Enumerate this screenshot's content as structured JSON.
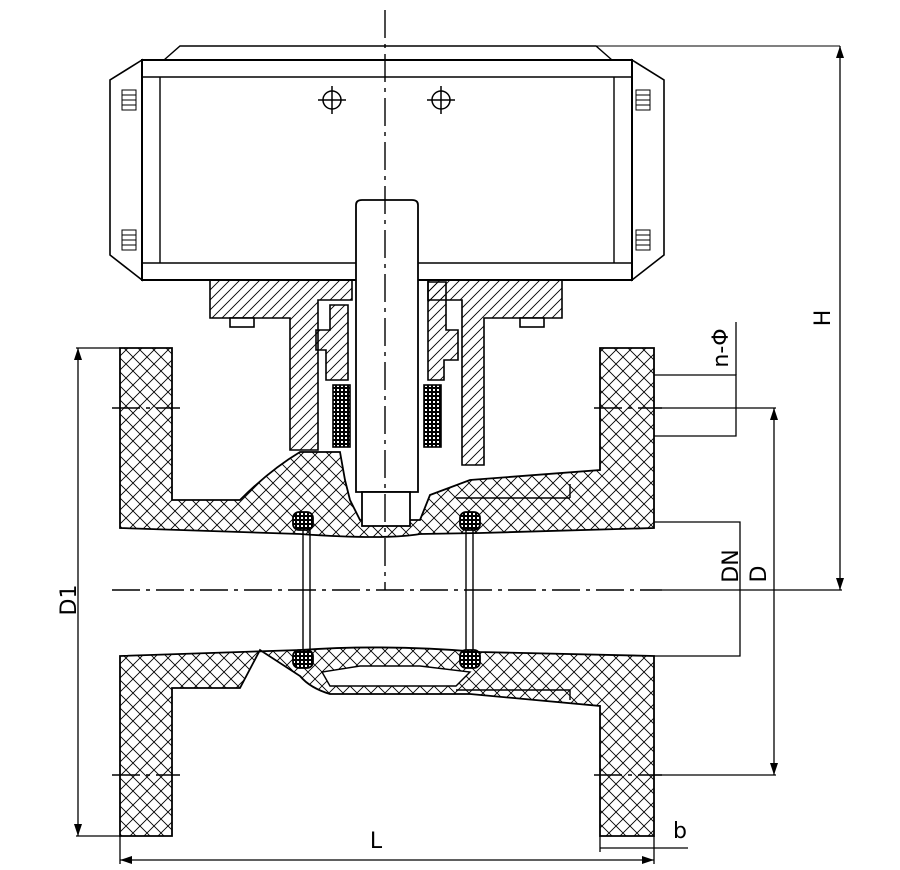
{
  "labels": {
    "d1": "D1",
    "l": "L",
    "b": "b",
    "h": "H",
    "dn": "DN",
    "d": "D",
    "n_phi": "n-Φ"
  },
  "colors": {
    "line": "#000000",
    "background": "#ffffff"
  }
}
